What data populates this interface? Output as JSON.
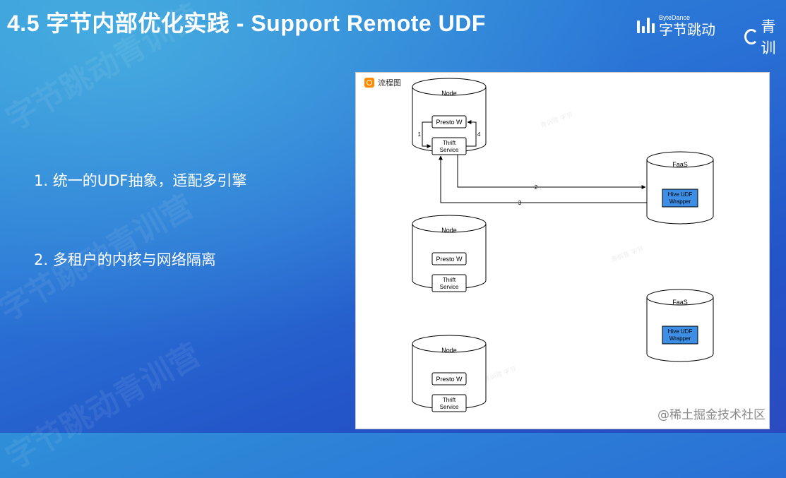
{
  "slide": {
    "title": "4.5 字节内部优化实践 - Support Remote UDF",
    "bullets": [
      "1. 统一的UDF抽象，适配多引擎",
      "2. 多租户的内核与网络隔离"
    ]
  },
  "branding": {
    "bytedance_small": "ByteDance",
    "bytedance_big": "字节跳动",
    "qingxun_text": "青训",
    "footer_watermark": "@稀土掘金技术社区"
  },
  "diagram": {
    "header_label": "流程图",
    "nodes": [
      {
        "label": "Node",
        "worker": "Presto W",
        "service_line1": "Thrift",
        "service_line2": "Service"
      },
      {
        "label": "Node",
        "worker": "Presto W",
        "service_line1": "Thrift",
        "service_line2": "Service"
      },
      {
        "label": "Node",
        "worker": "Presto W",
        "service_line1": "Thrift",
        "service_line2": "Service"
      }
    ],
    "faas": [
      {
        "label": "FaaS",
        "wrapper_line1": "Hive UDF",
        "wrapper_line2": "Wrapper"
      },
      {
        "label": "FaaS",
        "wrapper_line1": "Hive UDF",
        "wrapper_line2": "Wrapper"
      }
    ],
    "edges": [
      {
        "label": "1",
        "from": "Presto W",
        "to": "Thrift Service"
      },
      {
        "label": "2",
        "from": "Thrift Service",
        "to": "FaaS"
      },
      {
        "label": "3",
        "from": "FaaS",
        "to": "Thrift Service"
      },
      {
        "label": "4",
        "from": "Thrift Service",
        "to": "Presto W"
      }
    ],
    "colors": {
      "wrapper_fill": "#3d8fe6",
      "stroke": "#000000"
    }
  }
}
